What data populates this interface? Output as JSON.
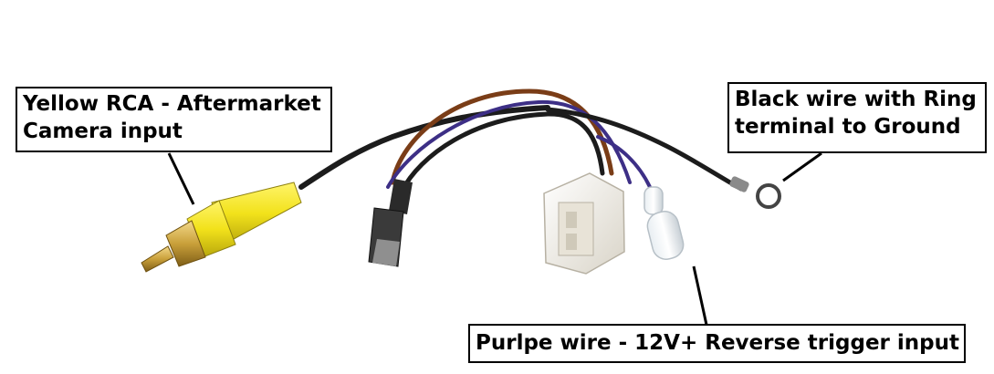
{
  "labels": {
    "rca": {
      "line1": "Yellow RCA - Aftermarket",
      "line2": "Camera input"
    },
    "ground": {
      "line1": "Black wire with Ring",
      "line2": "terminal to Ground"
    },
    "trigger": {
      "line1": "Purlpe wire - 12V+ Reverse trigger input"
    }
  },
  "colors": {
    "rca_yellow": "#f2e21b",
    "rca_gold": "#c9a03a",
    "wire_black": "#1c1c1c",
    "wire_brown": "#7a3d17",
    "wire_purple": "#3d2f86",
    "connector_white": "#f1ede4"
  }
}
